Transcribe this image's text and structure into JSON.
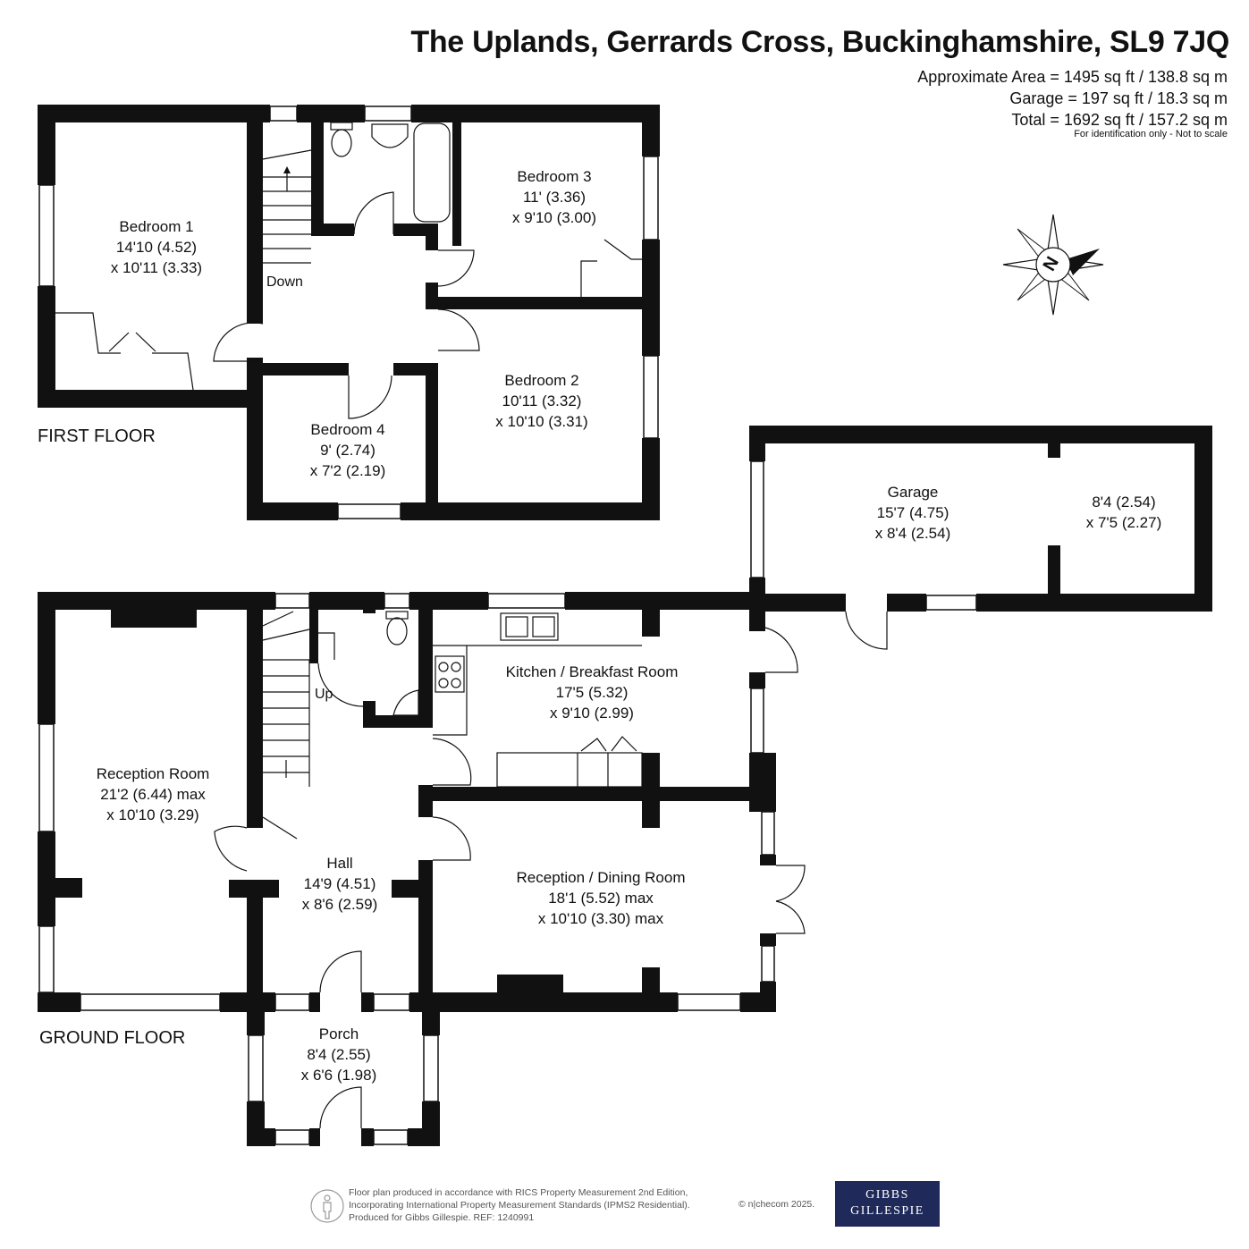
{
  "header": {
    "title": "The Uplands, Gerrards Cross, Buckinghamshire, SL9 7JQ",
    "area_lines": [
      "Approximate Area = 1495 sq ft / 138.8 sq m",
      "Garage = 197 sq ft / 18.3 sq m",
      "Total = 1692 sq ft / 157.2 sq m"
    ],
    "disclaimer": "For identification only - Not to scale"
  },
  "floors": {
    "first": "FIRST FLOOR",
    "ground": "GROUND FLOOR"
  },
  "rooms": {
    "bedroom1": [
      "Bedroom 1",
      "14'10 (4.52)",
      "x 10'11 (3.33)"
    ],
    "bedroom2": [
      "Bedroom 2",
      "10'11 (3.32)",
      "x 10'10 (3.31)"
    ],
    "bedroom3": [
      "Bedroom 3",
      "11' (3.36)",
      "x 9'10 (3.00)"
    ],
    "bedroom4": [
      "Bedroom 4",
      "9' (2.74)",
      "x 7'2 (2.19)"
    ],
    "garage": [
      "Garage",
      "15'7 (4.75)",
      "x 8'4 (2.54)"
    ],
    "store": [
      "8'4 (2.54)",
      "x 7'5 (2.27)"
    ],
    "kitchen": [
      "Kitchen / Breakfast Room",
      "17'5 (5.32)",
      "x 9'10 (2.99)"
    ],
    "reception": [
      "Reception Room",
      "21'2 (6.44) max",
      "x 10'10 (3.29)"
    ],
    "hall": [
      "Hall",
      "14'9 (4.51)",
      "x 8'6 (2.59)"
    ],
    "dining": [
      "Reception / Dining Room",
      "18'1 (5.52) max",
      "x 10'10 (3.30) max"
    ],
    "porch": [
      "Porch",
      "8'4 (2.55)",
      "x 6'6 (1.98)"
    ]
  },
  "stairs": {
    "down": "Down",
    "up": "Up"
  },
  "compass": {
    "letter": "N"
  },
  "footer": {
    "lines": [
      "Floor plan produced in accordance with RICS Property Measurement 2nd Edition,",
      "Incorporating International Property Measurement Standards (IPMS2 Residential).",
      "Produced for Gibbs Gillespie.   REF:  1240991"
    ],
    "copyright": "© n|checom 2025.",
    "logo_line1": "GIBBS",
    "logo_line2": "GILLESPIE"
  },
  "colors": {
    "wall": "#111111",
    "logo_bg": "#1f2a5a"
  }
}
